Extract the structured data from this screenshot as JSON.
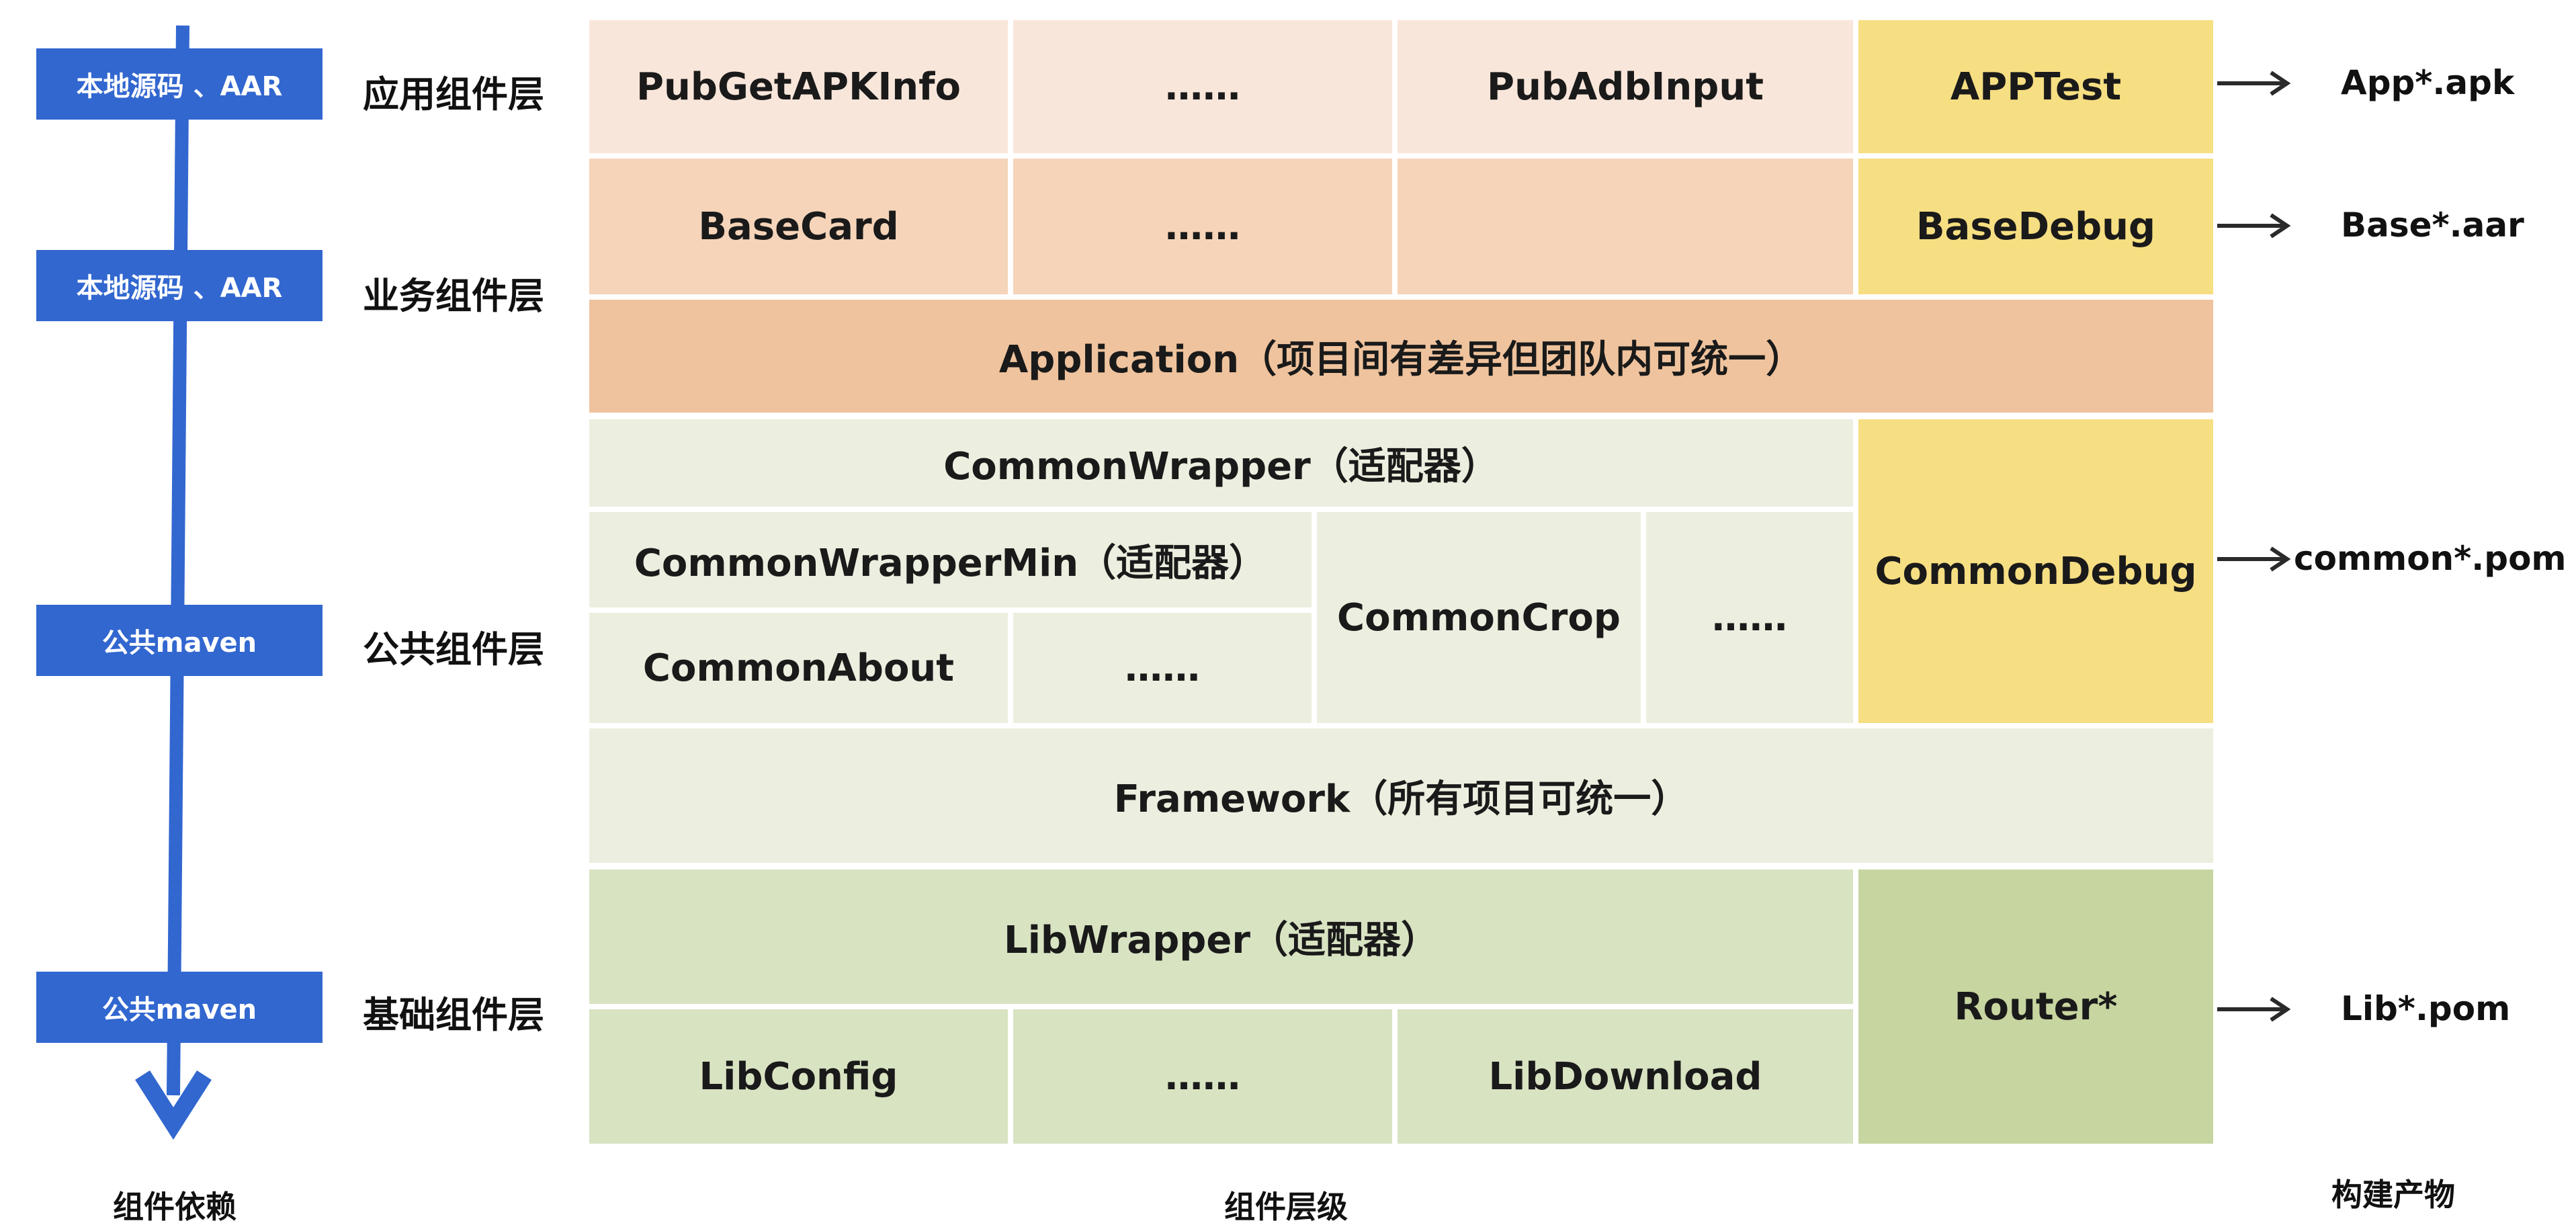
{
  "dependency": {
    "badges": [
      "本地源码 、AAR",
      "本地源码 、AAR",
      "公共maven",
      "公共maven"
    ],
    "caption": "组件依赖"
  },
  "layers": {
    "app": "应用组件层",
    "business": "业务组件层",
    "common": "公共组件层",
    "base": "基础组件层",
    "caption": "组件层级"
  },
  "blocks": {
    "pub_get_apk_info": "PubGetAPKInfo",
    "app_ellipsis": "……",
    "pub_adb_input": "PubAdbInput",
    "app_test": "APPTest",
    "base_card": "BaseCard",
    "biz_ellipsis": "……",
    "biz_empty": "",
    "base_debug": "BaseDebug",
    "application": "Application（项目间有差异但团队内可统一）",
    "common_wrapper": "CommonWrapper（适配器）",
    "common_wrapper_min": "CommonWrapperMin（适配器）",
    "common_crop": "CommonCrop",
    "common_ellipsis_right": "……",
    "common_about": "CommonAbout",
    "common_ellipsis_left": "……",
    "common_debug": "CommonDebug",
    "framework": "Framework（所有项目可统一）",
    "lib_wrapper": "LibWrapper（适配器）",
    "lib_config": "LibConfig",
    "lib_ellipsis": "……",
    "lib_download": "LibDownload",
    "router": "Router*"
  },
  "artifacts": {
    "app": "App*.apk",
    "base": "Base*.aar",
    "common": "common*.pom",
    "lib": "Lib*.pom",
    "caption": "构建产物"
  },
  "colors": {
    "badge": "#3267d0",
    "app_layer": "#f9e6da",
    "business_layer": "#f5d4b9",
    "application": "#efc39d",
    "common_layer": "#ecefdf",
    "lib_layer": "#d8e3c2",
    "debug": "#f6de82",
    "router": "#c7d5a0",
    "arrow": "#3267d0"
  }
}
